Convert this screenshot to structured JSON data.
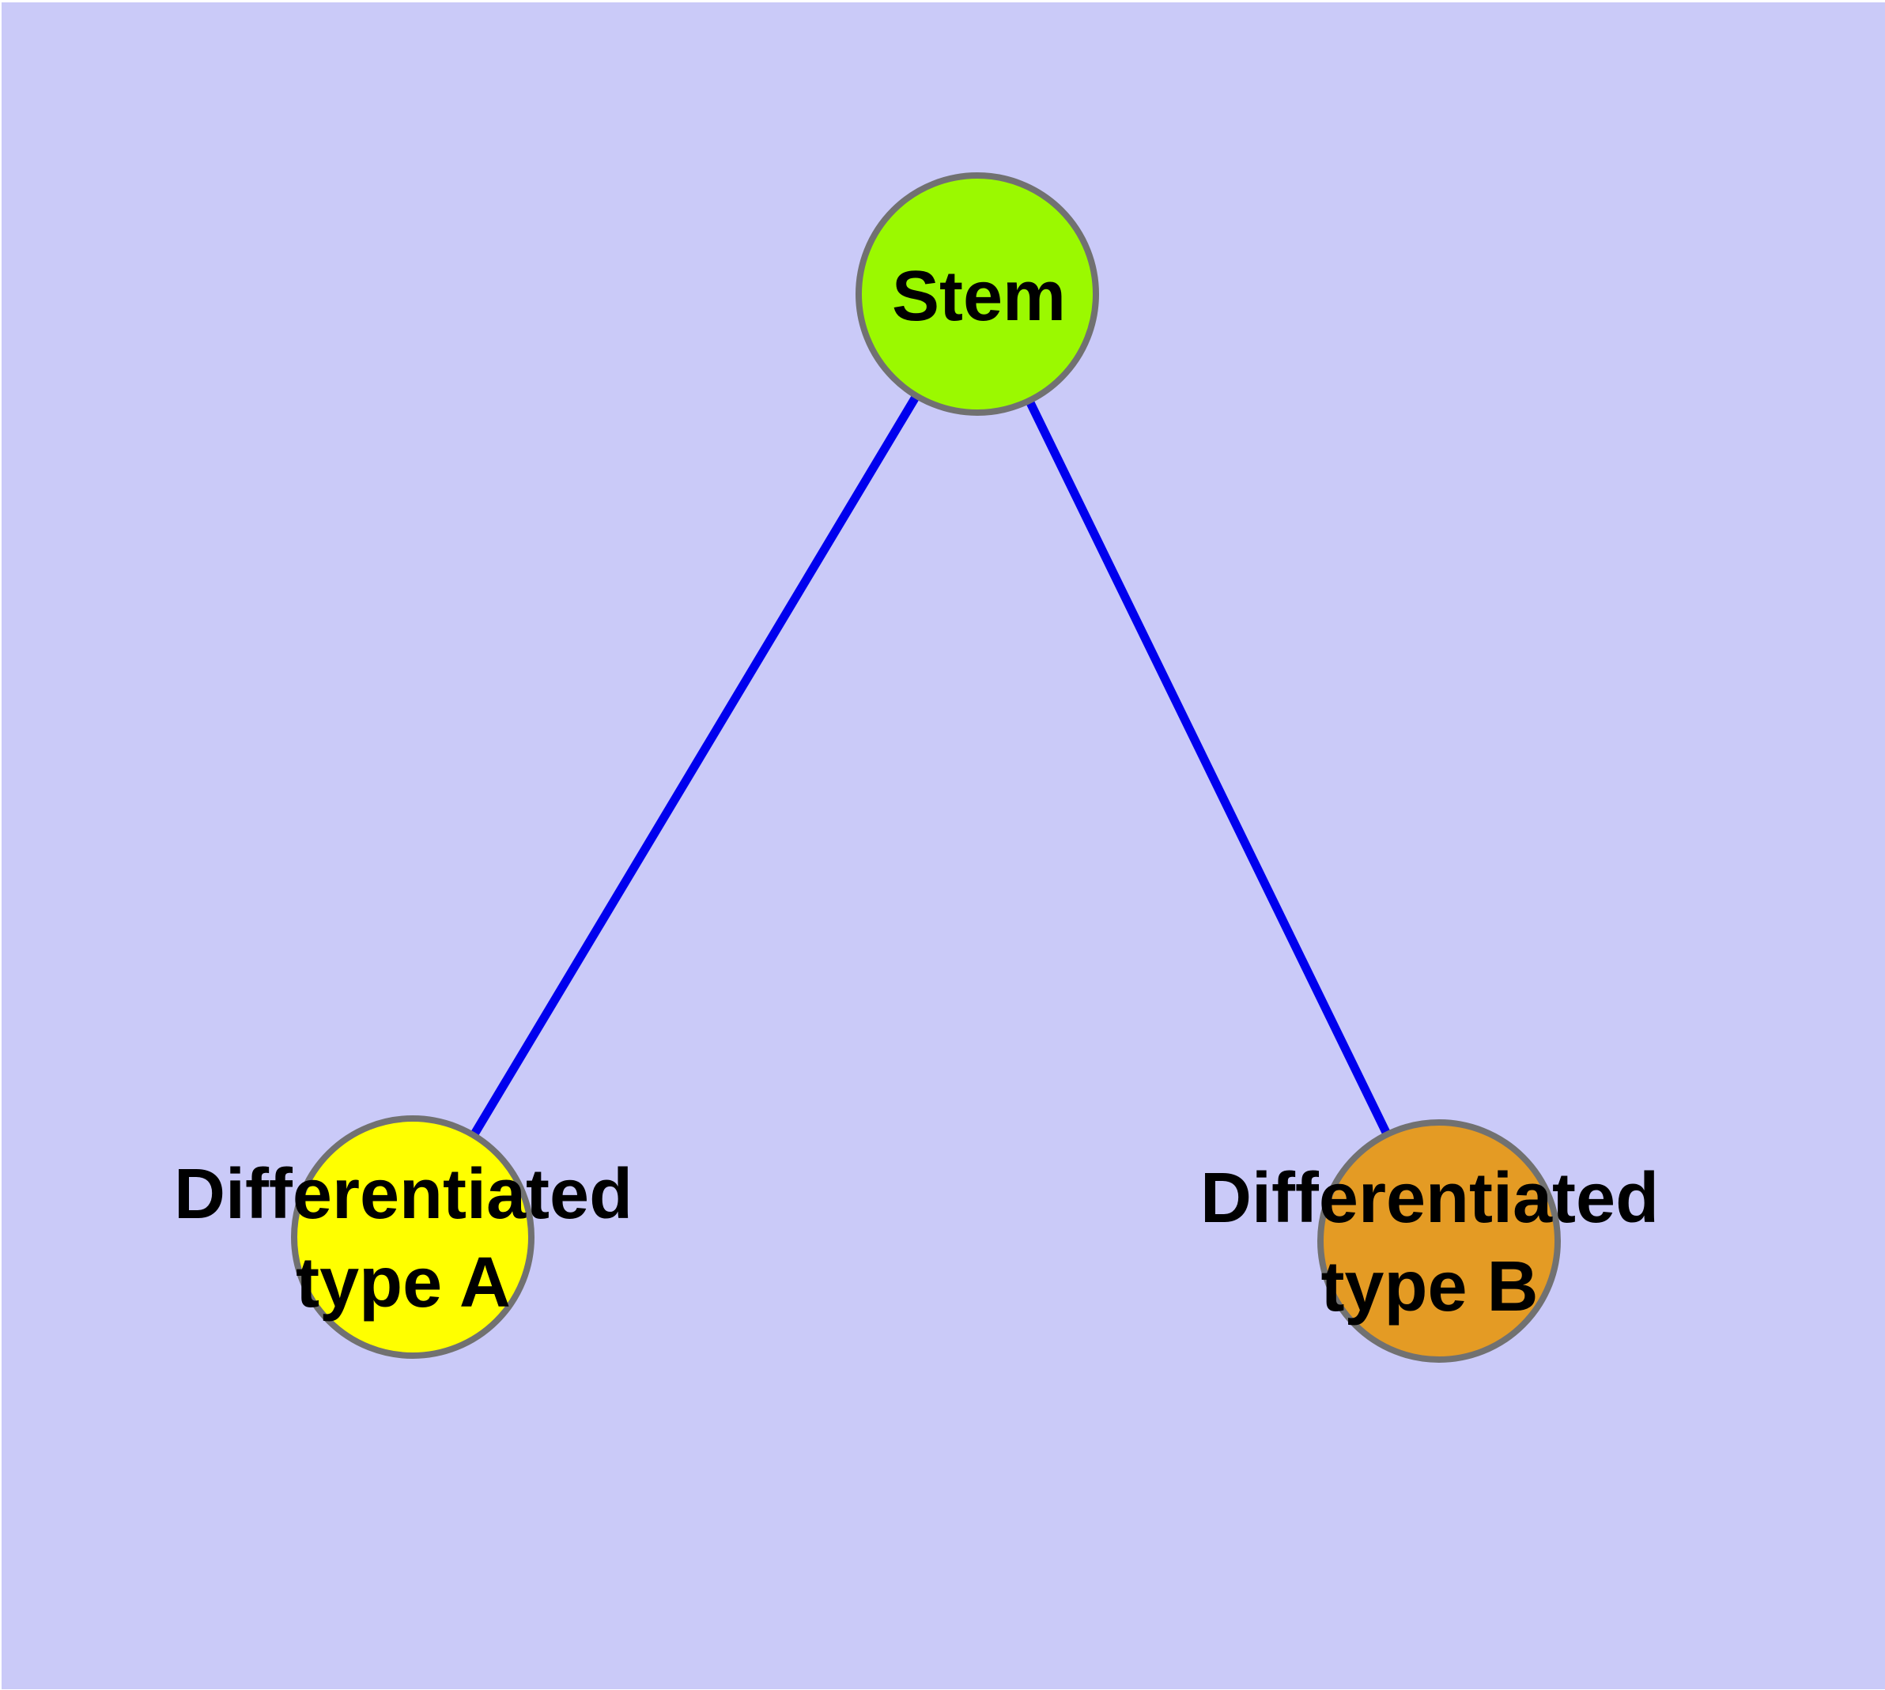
{
  "diagram": {
    "title": "",
    "background_color": "#cacaf8",
    "edge_color": "#0000ee",
    "node_border_color": "#717171",
    "label_color": "#000000",
    "nodes": [
      {
        "id": "stem",
        "lines": [
          "Stem"
        ],
        "label": "Stem",
        "fill": "#9bf900"
      },
      {
        "id": "differentiated-type-a",
        "lines": [
          "Differentiated",
          "type A"
        ],
        "label": "Differentiated type A",
        "fill": "#ffff00"
      },
      {
        "id": "differentiated-type-b",
        "lines": [
          "Differentiated",
          "type B"
        ],
        "label": "Differentiated type B",
        "fill": "#e49b24"
      }
    ],
    "edges": [
      {
        "from": "stem",
        "to": "differentiated-type-a"
      },
      {
        "from": "stem",
        "to": "differentiated-type-b"
      }
    ]
  }
}
